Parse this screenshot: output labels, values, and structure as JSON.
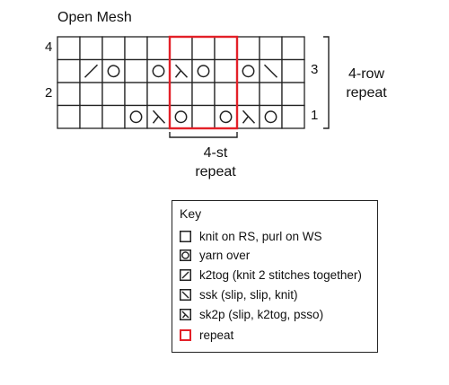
{
  "title": "Open Mesh",
  "row_numbers": {
    "left": [
      "4",
      "2"
    ],
    "right": [
      "3",
      "1"
    ]
  },
  "stitch_repeat_label": [
    "4-st",
    "repeat"
  ],
  "row_repeat_label": [
    "4-row",
    "repeat"
  ],
  "colors": {
    "repeat": "#e32028",
    "line": "#222222"
  },
  "chart": {
    "columns": 11,
    "rows": [
      {
        "number": "4",
        "side": "WS",
        "cells": [
          "",
          "",
          "",
          "",
          "",
          "",
          "",
          "",
          "",
          "",
          ""
        ]
      },
      {
        "number": "3",
        "side": "RS",
        "cells": [
          "",
          "k2tog",
          "yo",
          "",
          "yo",
          "sk2p",
          "yo",
          "",
          "yo",
          "ssk",
          ""
        ]
      },
      {
        "number": "2",
        "side": "WS",
        "cells": [
          "",
          "",
          "",
          "",
          "",
          "",
          "",
          "",
          "",
          "",
          ""
        ]
      },
      {
        "number": "1",
        "side": "RS",
        "cells": [
          "",
          "",
          "",
          "yo",
          "sk2p",
          "yo",
          "",
          "yo",
          "sk2p",
          "yo",
          ""
        ]
      }
    ],
    "repeat_columns": [
      5,
      8
    ]
  },
  "key": {
    "title": "Key",
    "items": [
      {
        "symbol": "knit",
        "label": "knit on RS, purl on WS"
      },
      {
        "symbol": "yo",
        "label": "yarn over"
      },
      {
        "symbol": "k2tog",
        "label": "k2tog (knit 2 stitches together)"
      },
      {
        "symbol": "ssk",
        "label": "ssk (slip, slip, knit)"
      },
      {
        "symbol": "sk2p",
        "label": "sk2p (slip, k2tog, psso)"
      },
      {
        "symbol": "repeat",
        "label": "repeat"
      }
    ]
  }
}
